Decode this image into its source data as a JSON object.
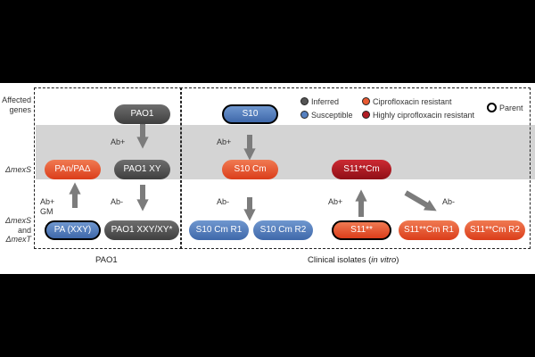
{
  "row_labels": {
    "affected_genes": [
      "Affected",
      "genes"
    ],
    "mexS": "ΔmexS",
    "mexS_mexT": [
      "ΔmexS",
      "and",
      "ΔmexT"
    ]
  },
  "legend": {
    "inferred": "Inferred",
    "susceptible": "Susceptible",
    "cipro_resistant": "Ciprofloxacin resistant",
    "highly_cipro_resistant": "Highly ciprofloxacin resistant",
    "parent": "Parent",
    "colors": {
      "inferred": "#555555",
      "susceptible": "#5580c0",
      "resistant": "#e85a32",
      "highly_resistant": "#b01c24"
    }
  },
  "strains": {
    "pao1": "PAO1",
    "pao1_xy": "PAO1 XY",
    "pan_pa": "PAn/PAΔ",
    "pa_xxy": "PA (XXY)",
    "pao1_xxy": "PAO1 XXY/XY*",
    "s10": "S10",
    "s10_cm": "S10 Cm",
    "s10_cm_r1": "S10 Cm R1",
    "s10_cm_r2": "S10 Cm R2",
    "s11_cm": "S11**Cm",
    "s11": "S11**",
    "s11_cm_r1": "S11**Cm R1",
    "s11_cm_r2": "S11**Cm R2"
  },
  "conditions": {
    "ab_plus_pao1": "Ab+",
    "ab_minus_pao1": "Ab-",
    "ab_plus_gm": [
      "Ab+",
      "GM"
    ],
    "ab_plus_s10": "Ab+",
    "ab_minus_s10": "Ab-",
    "ab_plus_s11": "Ab+",
    "ab_minus_s11": "Ab-"
  },
  "captions": {
    "pao1": "PAO1",
    "clinical": "Clinical isolates (",
    "clinical_italic": "in vitro",
    "clinical_end": ")"
  }
}
